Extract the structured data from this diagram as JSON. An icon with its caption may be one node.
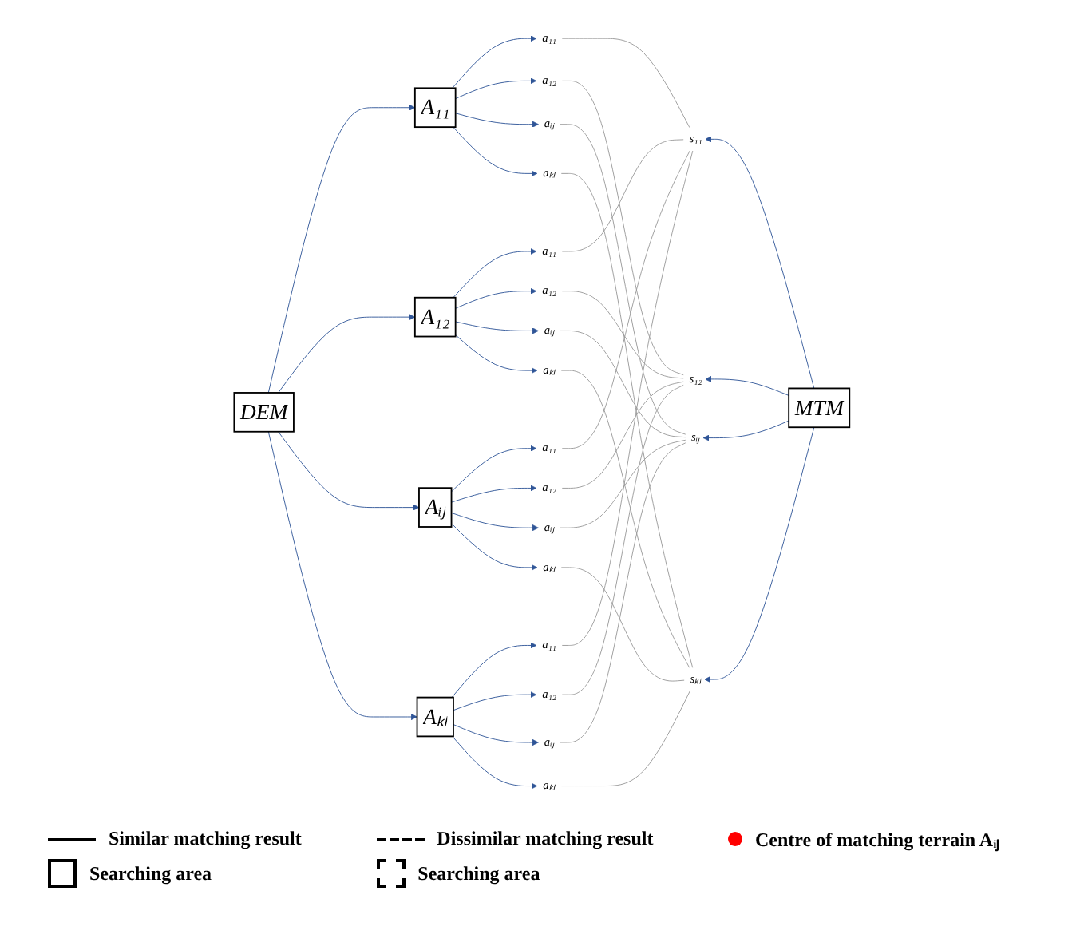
{
  "diagram": {
    "nodes": [
      {
        "text": [
          "DEM"
        ]
      },
      {
        "text": [
          "A₁₁"
        ]
      },
      {
        "text": [
          "A₁₂"
        ]
      },
      {
        "text": [
          "Aᵢⱼ"
        ]
      },
      {
        "text": [
          "Aₖₗ"
        ]
      },
      {
        "text": [
          "a₁₁"
        ]
      },
      {
        "text": [
          "a₁₂"
        ]
      },
      {
        "text": [
          "aᵢⱼ"
        ]
      },
      {
        "text": [
          "aₖₗ"
        ]
      },
      {
        "text": [
          "a₁₁"
        ]
      },
      {
        "text": [
          "a₁₂"
        ]
      },
      {
        "text": [
          "aᵢⱼ"
        ]
      },
      {
        "text": [
          "aₖₗ"
        ]
      },
      {
        "text": [
          "a₁₁"
        ]
      },
      {
        "text": [
          "a₁₂"
        ]
      },
      {
        "text": [
          "aᵢⱼ"
        ]
      },
      {
        "text": [
          "aₖₗ"
        ]
      },
      {
        "text": [
          "a₁₁"
        ]
      },
      {
        "text": [
          "a₁₂"
        ]
      },
      {
        "text": [
          "aᵢⱼ"
        ]
      },
      {
        "text": [
          "aₖₗ"
        ]
      },
      {
        "text": [
          "s₁₁"
        ]
      },
      {
        "text": [
          "s₁₂"
        ]
      },
      {
        "text": [
          "sᵢⱼ"
        ]
      },
      {
        "text": [
          "sₖₗ"
        ]
      },
      {
        "text": [
          "MTM"
        ]
      }
    ],
    "edges": [
      {
        "from": 0,
        "to": 1,
        "arrow": "to"
      },
      {
        "from": 0,
        "to": 2,
        "arrow": "to"
      },
      {
        "from": 0,
        "to": 3,
        "arrow": "to"
      },
      {
        "from": 0,
        "to": 4,
        "arrow": "to"
      },
      {
        "from": 1,
        "to": 5,
        "arrow": "to"
      },
      {
        "from": 1,
        "to": 6,
        "arrow": "to"
      },
      {
        "from": 1,
        "to": 7,
        "arrow": "to"
      },
      {
        "from": 1,
        "to": 8,
        "arrow": "to"
      },
      {
        "from": 2,
        "to": 9,
        "arrow": "to"
      },
      {
        "from": 2,
        "to": 10,
        "arrow": "to"
      },
      {
        "from": 2,
        "to": 11,
        "arrow": "to"
      },
      {
        "from": 2,
        "to": 12,
        "arrow": "to"
      },
      {
        "from": 3,
        "to": 13,
        "arrow": "to"
      },
      {
        "from": 3,
        "to": 14,
        "arrow": "to"
      },
      {
        "from": 3,
        "to": 15,
        "arrow": "to"
      },
      {
        "from": 3,
        "to": 16,
        "arrow": "to"
      },
      {
        "from": 4,
        "to": 17,
        "arrow": "to"
      },
      {
        "from": 4,
        "to": 18,
        "arrow": "to"
      },
      {
        "from": 4,
        "to": 19,
        "arrow": "to"
      },
      {
        "from": 4,
        "to": 20,
        "arrow": "to"
      },
      {
        "from": 5,
        "to": 21,
        "arrow": "none",
        "color": "#999999"
      },
      {
        "from": 9,
        "to": 21,
        "arrow": "none",
        "color": "#999999"
      },
      {
        "from": 13,
        "to": 21,
        "arrow": "none",
        "color": "#999999"
      },
      {
        "from": 17,
        "to": 21,
        "arrow": "none",
        "color": "#999999"
      },
      {
        "from": 6,
        "to": 22,
        "arrow": "none",
        "color": "#999999"
      },
      {
        "from": 10,
        "to": 22,
        "arrow": "none",
        "color": "#999999"
      },
      {
        "from": 14,
        "to": 22,
        "arrow": "none",
        "color": "#999999"
      },
      {
        "from": 18,
        "to": 22,
        "arrow": "none",
        "color": "#999999"
      },
      {
        "from": 7,
        "to": 23,
        "arrow": "none",
        "color": "#999999"
      },
      {
        "from": 11,
        "to": 23,
        "arrow": "none",
        "color": "#999999"
      },
      {
        "from": 15,
        "to": 23,
        "arrow": "none",
        "color": "#999999"
      },
      {
        "from": 19,
        "to": 23,
        "arrow": "none",
        "color": "#999999"
      },
      {
        "from": 8,
        "to": 24,
        "arrow": "none",
        "color": "#999999"
      },
      {
        "from": 12,
        "to": 24,
        "arrow": "none",
        "color": "#999999"
      },
      {
        "from": 16,
        "to": 24,
        "arrow": "none",
        "color": "#999999"
      },
      {
        "from": 20,
        "to": 24,
        "arrow": "none",
        "color": "#999999"
      },
      {
        "from": 25,
        "to": 21,
        "arrow": "to"
      },
      {
        "from": 25,
        "to": 22,
        "arrow": "to"
      },
      {
        "from": 25,
        "to": 23,
        "arrow": "to"
      },
      {
        "from": 25,
        "to": 24,
        "arrow": "to"
      }
    ],
    "legend": [
      {
        "text": "Similar matching result"
      },
      {
        "text": "Dissimilar matching result"
      },
      {
        "text": "Centre of matching terrain Aᵢⱼ",
        "color": "#ff0000"
      },
      {
        "text": "Searching area"
      },
      {
        "text": "Searching area"
      }
    ]
  }
}
